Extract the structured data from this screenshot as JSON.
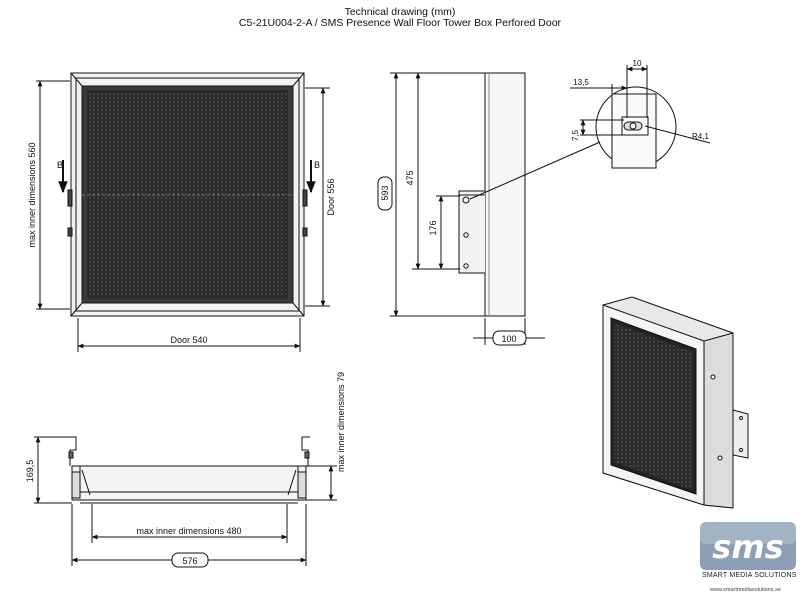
{
  "header": {
    "title": "Technical drawing (mm)",
    "subtitle": "C5-21U004-2-A / SMS Presence Wall Floor Tower Box Perfored Door"
  },
  "front_view": {
    "label_inner_height": "max inner dimensions 560",
    "label_door_height": "Door 556",
    "label_door_width": "Door 540",
    "section_mark": "B"
  },
  "side_view": {
    "height_total": "593",
    "height_475": "475",
    "height_176": "176",
    "depth": "100"
  },
  "detail_view": {
    "dim_10": "10",
    "dim_13_5": "13,5",
    "dim_7_5": "7,5",
    "radius": "R4,1"
  },
  "bottom_view": {
    "height": "169,5",
    "inner_depth": "max inner dimensions 79",
    "inner_width": "max inner dimensions 480",
    "total_width": "576"
  },
  "logo": {
    "brand": "sms",
    "tagline": "SMART MEDIA SOLUTIONS",
    "url": "www.smartmediasolutions.se",
    "colors": {
      "badge": "#8d9fb4",
      "badge_light": "#b4c2d2"
    }
  }
}
